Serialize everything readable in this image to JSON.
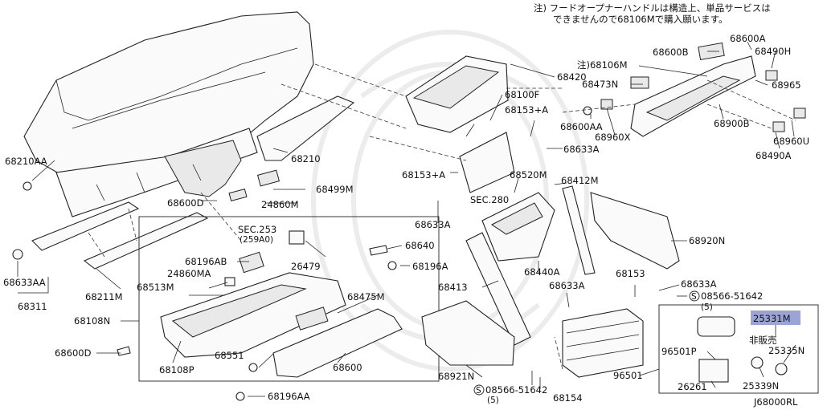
{
  "note": {
    "line1": "注) フードオープナーハンドルは構造上、単品サービスは",
    "line2": "できませんので68106Mで購入願います。"
  },
  "labels": {
    "p68210AA": "68210AA",
    "p68633AA": "68633AA",
    "p68311": "68311",
    "p68211M": "68211M",
    "p68108N": "68108N",
    "p68600D_left": "68600D",
    "p68600D_top": "68600D",
    "p68108P": "68108P",
    "p68210": "68210",
    "p68499M": "68499M",
    "p24860M": "24860M",
    "sec253": "SEC.253",
    "sec253sub": "(259A0)",
    "p68196AB": "68196AB",
    "p24860MA": "24860MA",
    "p68513M": "68513M",
    "p26479": "26479",
    "p68640": "68640",
    "p68196A": "68196A",
    "p68475M": "68475M",
    "p68551": "68551",
    "p68600": "68600",
    "p68196AA": "68196AA",
    "p68420": "68420",
    "p68100F": "68100F",
    "p68153A_top": "68153+A",
    "p68633A_mid": "68633A",
    "p68153A_left": "68153+A",
    "sec280": "SEC.280",
    "p68520M": "68520M",
    "p68633A_left": "68633A",
    "p68412M": "68412M",
    "p68920N": "68920N",
    "p68440A": "68440A",
    "p68413": "68413",
    "p68633A_low": "68633A",
    "p68153": "68153",
    "p68633A_right": "68633A",
    "s08566_right": "08566-51642",
    "s08566_right_qty": "(5)",
    "p68921N": "68921N",
    "s08566_bottom": "08566-51642",
    "s08566_bottom_qty": "(5)",
    "p68154": "68154",
    "p96501": "96501",
    "p96501P": "96501P",
    "p26261": "26261",
    "p25331M": "25331M",
    "hibaihin": "非販売",
    "p25335N": "25335N",
    "p25339N": "25339N",
    "p68860B": "68600B",
    "p68600A": "68600A",
    "p68490H": "68490H",
    "p68106M": "注)68106M",
    "p68473N": "68473N",
    "p68965": "68965",
    "p68600AA": "68600AA",
    "p68960X": "68960X",
    "p68900B": "68900B",
    "p68960U": "68960U",
    "p68490A": "68490A",
    "code": "J68000RL"
  },
  "colors": {
    "highlight": "#9aa4d6"
  }
}
